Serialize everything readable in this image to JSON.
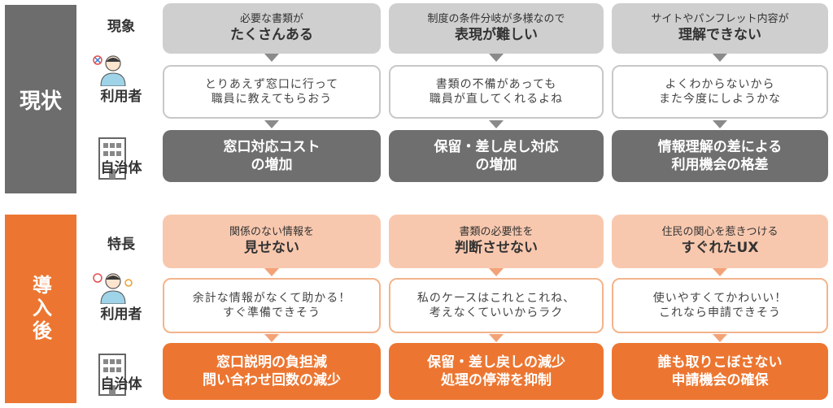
{
  "sections": {
    "current": {
      "label": "現状",
      "row_labels": {
        "phenomenon": "現象",
        "user": "利用者",
        "municipality": "自治体"
      },
      "columns": [
        {
          "top_line1": "必要な書類が",
          "top_line2": "たくさんある",
          "mid_line1": "とりあえず窓口に行って",
          "mid_line2": "職員に教えてもらおう",
          "bot_line1": "窓口対応コスト",
          "bot_line2": "の増加"
        },
        {
          "top_line1": "制度の条件分岐が多様なので",
          "top_line2": "表現が難しい",
          "mid_line1": "書類の不備があっても",
          "mid_line2": "職員が直してくれるよね",
          "bot_line1": "保留・差し戻し対応",
          "bot_line2": "の増加"
        },
        {
          "top_line1": "サイトやパンフレット内容が",
          "top_line2": "理解できない",
          "mid_line1": "よくわからないから",
          "mid_line2": "また今度にしようかな",
          "bot_line1": "情報理解の差による",
          "bot_line2": "利用機会の格差"
        }
      ]
    },
    "after": {
      "label": "導入後",
      "row_labels": {
        "feature": "特長",
        "user": "利用者",
        "municipality": "自治体"
      },
      "columns": [
        {
          "top_line1": "関係のない情報を",
          "top_line2": "見せない",
          "mid_line1": "余計な情報がなくて助かる！",
          "mid_line2": "すぐ準備できそう",
          "bot_line1": "窓口説明の負担減",
          "bot_line2": "問い合わせ回数の減少"
        },
        {
          "top_line1": "書類の必要性を",
          "top_line2": "判断させない",
          "mid_line1": "私のケースはこれとこれね、",
          "mid_line2": "考えなくていいからラク",
          "bot_line1": "保留・差し戻しの減少",
          "bot_line2": "処理の停滞を抑制"
        },
        {
          "top_line1": "住民の関心を惹きつける",
          "top_line2": "すぐれたUX",
          "mid_line1": "使いやすくてかわいい！",
          "mid_line2": "これなら申請できそう",
          "bot_line1": "誰も取りこぼさない",
          "bot_line2": "申請機会の確保"
        }
      ]
    }
  },
  "colors": {
    "gray_band": "#6d6d6d",
    "orange_band": "#ec7631",
    "light_gray": "#cfcfcf",
    "light_orange": "#f8c8ae"
  },
  "icons": [
    "person-icon",
    "building-icon"
  ]
}
